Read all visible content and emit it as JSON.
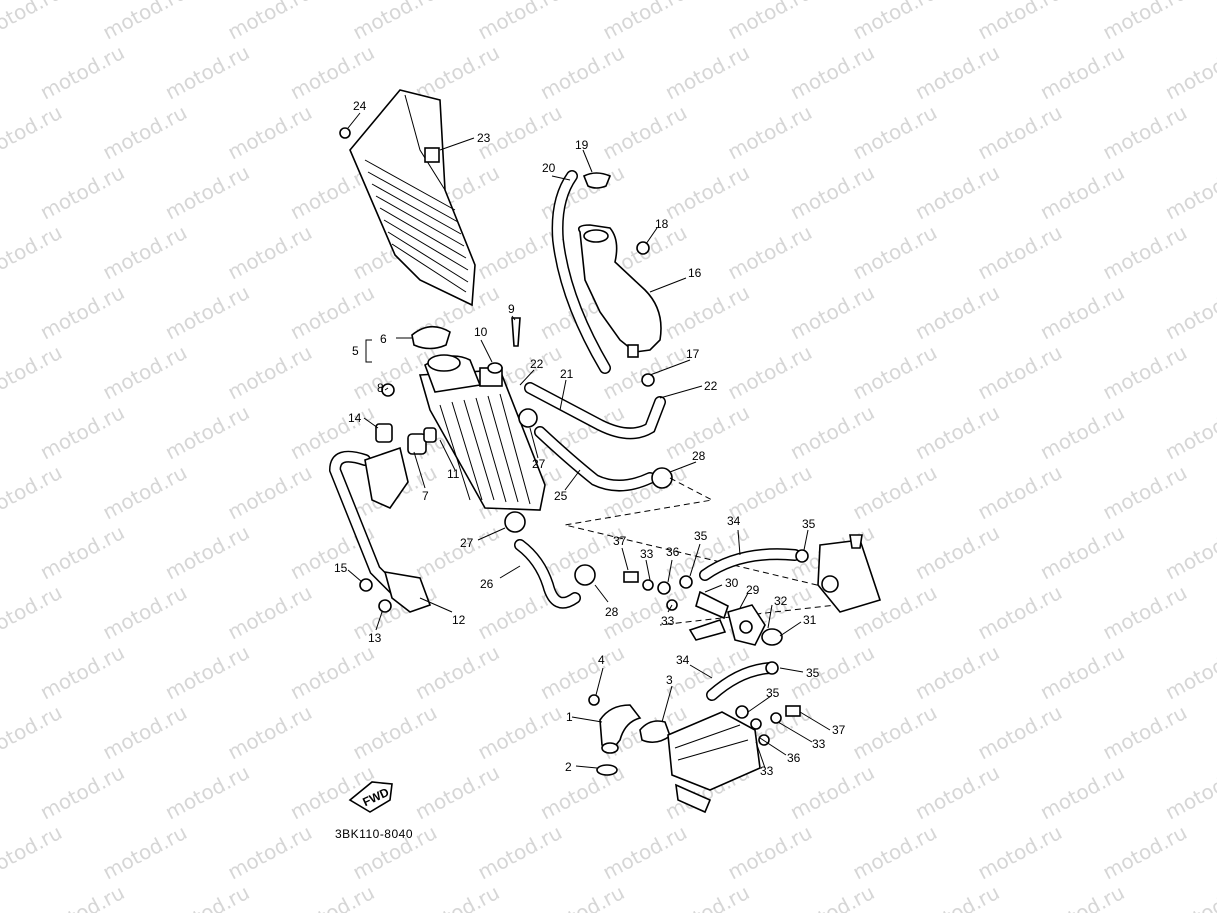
{
  "watermark": "motod.ru",
  "diagram_code": "3BK110-8040",
  "fwd_label": "FWD",
  "callouts": [
    {
      "id": "c24",
      "text": "24"
    },
    {
      "id": "c23",
      "text": "23"
    },
    {
      "id": "c20",
      "text": "20"
    },
    {
      "id": "c19",
      "text": "19"
    },
    {
      "id": "c18",
      "text": "18"
    },
    {
      "id": "c16",
      "text": "16"
    },
    {
      "id": "c9",
      "text": "9"
    },
    {
      "id": "c6",
      "text": "6"
    },
    {
      "id": "c5",
      "text": "5"
    },
    {
      "id": "c10",
      "text": "10"
    },
    {
      "id": "c22a",
      "text": "22"
    },
    {
      "id": "c21",
      "text": "21"
    },
    {
      "id": "c17",
      "text": "17"
    },
    {
      "id": "c22b",
      "text": "22"
    },
    {
      "id": "c8",
      "text": "8"
    },
    {
      "id": "c14",
      "text": "14"
    },
    {
      "id": "c11",
      "text": "11"
    },
    {
      "id": "c7",
      "text": "7"
    },
    {
      "id": "c27a",
      "text": "27"
    },
    {
      "id": "c28a",
      "text": "28"
    },
    {
      "id": "c25",
      "text": "25"
    },
    {
      "id": "c27b",
      "text": "27"
    },
    {
      "id": "c34a",
      "text": "34"
    },
    {
      "id": "c35a",
      "text": "35"
    },
    {
      "id": "c37a",
      "text": "37"
    },
    {
      "id": "c33a",
      "text": "33"
    },
    {
      "id": "c36a",
      "text": "36"
    },
    {
      "id": "c35b",
      "text": "35"
    },
    {
      "id": "c30",
      "text": "30"
    },
    {
      "id": "c29",
      "text": "29"
    },
    {
      "id": "c26",
      "text": "26"
    },
    {
      "id": "c28b",
      "text": "28"
    },
    {
      "id": "c33b",
      "text": "33"
    },
    {
      "id": "c32",
      "text": "32"
    },
    {
      "id": "c31",
      "text": "31"
    },
    {
      "id": "c15",
      "text": "15"
    },
    {
      "id": "c12",
      "text": "12"
    },
    {
      "id": "c13",
      "text": "13"
    },
    {
      "id": "c34b",
      "text": "34"
    },
    {
      "id": "c35c",
      "text": "35"
    },
    {
      "id": "c4",
      "text": "4"
    },
    {
      "id": "c3",
      "text": "3"
    },
    {
      "id": "c35d",
      "text": "35"
    },
    {
      "id": "c1",
      "text": "1"
    },
    {
      "id": "c37b",
      "text": "37"
    },
    {
      "id": "c33c",
      "text": "33"
    },
    {
      "id": "c36b",
      "text": "36"
    },
    {
      "id": "c33d",
      "text": "33"
    },
    {
      "id": "c2",
      "text": "2"
    }
  ]
}
